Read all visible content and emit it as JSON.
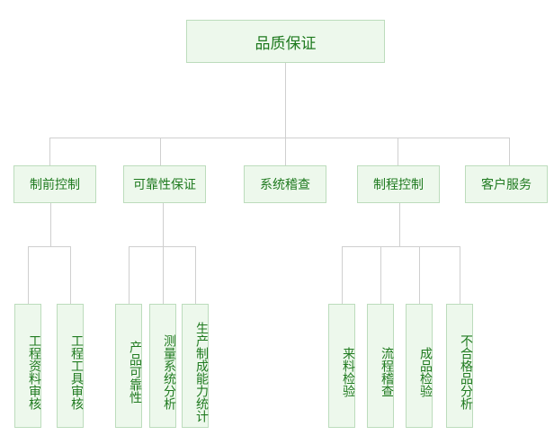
{
  "root": {
    "label": "品质保证"
  },
  "branches": [
    {
      "label": "制前控制",
      "children": [
        "工程资料审核",
        "工程工具审核"
      ]
    },
    {
      "label": "可靠性保证",
      "children": [
        "产品可靠性",
        "测量系统分析",
        "生产制成能力统计"
      ]
    },
    {
      "label": "系统稽查",
      "children": []
    },
    {
      "label": "制程控制",
      "children": [
        "来料检验",
        "流程稽查",
        "成品检验",
        "不合格品分析"
      ]
    },
    {
      "label": "客户服务",
      "children": []
    }
  ],
  "colors": {
    "box_fill": "#edf8ec",
    "box_border": "#bcdcbc",
    "text": "#1f7a1f",
    "connector": "#cfcfcf"
  }
}
